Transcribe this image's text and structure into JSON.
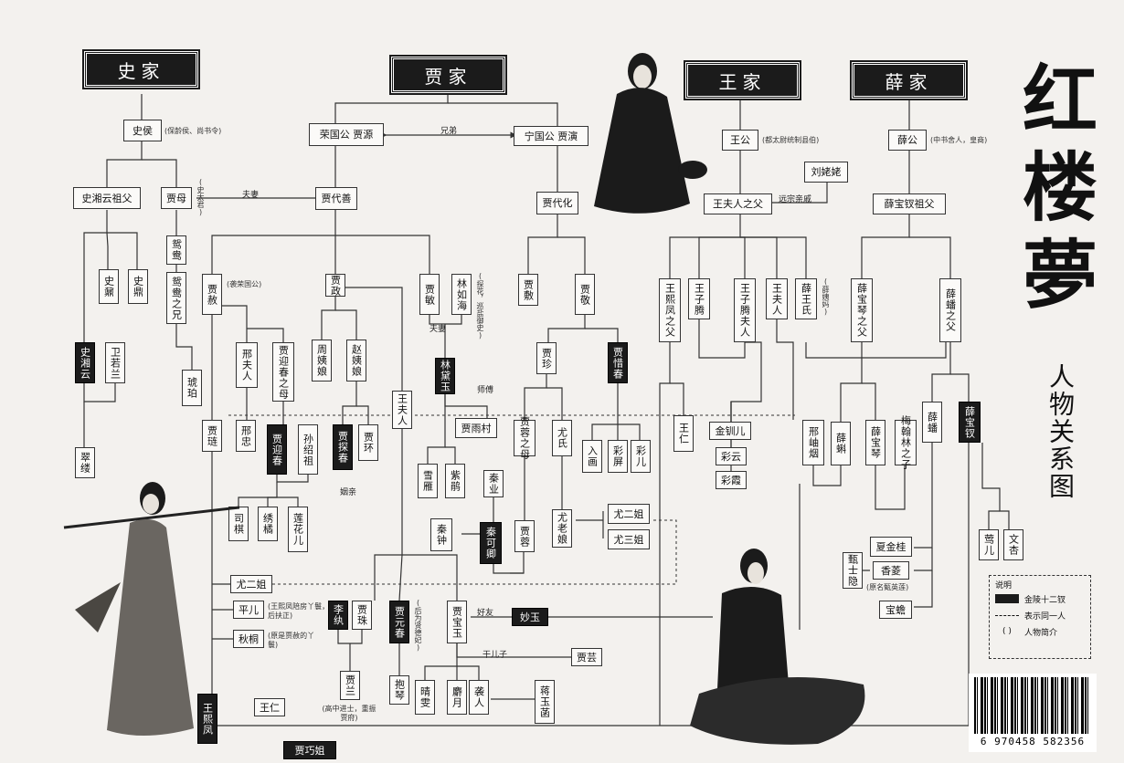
{
  "title": "红楼夢",
  "subtitle": "人物关系图",
  "families": [
    {
      "id": "shi",
      "label": "史家"
    },
    {
      "id": "jia",
      "label": "贾家"
    },
    {
      "id": "wang",
      "label": "王家"
    },
    {
      "id": "xue",
      "label": "薛家"
    }
  ],
  "nodes": [
    {
      "id": "shigong",
      "label": "史侯"
    },
    {
      "id": "shixiangyun_gf",
      "label": "史湘云祖父"
    },
    {
      "id": "jiamu",
      "label": "贾母"
    },
    {
      "id": "shiding",
      "label": "史鼎"
    },
    {
      "id": "shinai",
      "label": "史鼐"
    },
    {
      "id": "shixiangyun",
      "label": "史湘云"
    },
    {
      "id": "weiruolan",
      "label": "卫若兰"
    },
    {
      "id": "cuilv",
      "label": "翠缕"
    },
    {
      "id": "yuanyang",
      "label": "鸳鸯"
    },
    {
      "id": "yuanyang_sister",
      "label": "鸳鸯之兄"
    },
    {
      "id": "hupo",
      "label": "琥珀"
    },
    {
      "id": "ningguo",
      "label": "宁国公 贾演"
    },
    {
      "id": "rongguo",
      "label": "荣国公 贾源"
    },
    {
      "id": "jiadaishan",
      "label": "贾代善"
    },
    {
      "id": "jiadaihua",
      "label": "贾代化"
    },
    {
      "id": "jiashe",
      "label": "贾赦"
    },
    {
      "id": "jiazheng",
      "label": "贾政"
    },
    {
      "id": "jiamin",
      "label": "贾敏"
    },
    {
      "id": "linruhai",
      "label": "林如海"
    },
    {
      "id": "lindaiyu",
      "label": "林黛玉"
    },
    {
      "id": "xingfuren",
      "label": "邢夫人"
    },
    {
      "id": "jiayingchun_mom",
      "label": "贾迎春之母"
    },
    {
      "id": "jialian",
      "label": "贾琏"
    },
    {
      "id": "xingzhongyan",
      "label": "邢忠"
    },
    {
      "id": "jiayingchun",
      "label": "贾迎春"
    },
    {
      "id": "sunshaozu",
      "label": "孙绍祖"
    },
    {
      "id": "siqi",
      "label": "司棋"
    },
    {
      "id": "xiuju",
      "label": "绣橘"
    },
    {
      "id": "lianhuaer",
      "label": "莲花儿"
    },
    {
      "id": "zhaoyiniang",
      "label": "赵姨娘"
    },
    {
      "id": "zhouyiniang",
      "label": "周姨娘"
    },
    {
      "id": "jiatanchun",
      "label": "贾探春"
    },
    {
      "id": "jiahuan",
      "label": "贾环"
    },
    {
      "id": "wangfuren",
      "label": "王夫人"
    },
    {
      "id": "jiayucun",
      "label": "贾雨村"
    },
    {
      "id": "xueyan",
      "label": "雪雁"
    },
    {
      "id": "zijuan",
      "label": "紫鹃"
    },
    {
      "id": "qinye",
      "label": "秦业"
    },
    {
      "id": "qinkeqing",
      "label": "秦可卿"
    },
    {
      "id": "qinzhong",
      "label": "秦钟"
    },
    {
      "id": "jiajing",
      "label": "贾敬"
    },
    {
      "id": "jiafu",
      "label": "贾敷"
    },
    {
      "id": "jiazhen",
      "label": "贾珍"
    },
    {
      "id": "jiaxichun",
      "label": "贾惜春"
    },
    {
      "id": "jiarong_mom",
      "label": "贾蓉之母"
    },
    {
      "id": "youshi",
      "label": "尤氏"
    },
    {
      "id": "youlaoniang",
      "label": "尤老娘"
    },
    {
      "id": "jiarong",
      "label": "贾蓉"
    },
    {
      "id": "rumo",
      "label": "入画"
    },
    {
      "id": "caiping",
      "label": "彩屏"
    },
    {
      "id": "caier",
      "label": "彩儿"
    },
    {
      "id": "you2jie",
      "label": "尤二姐"
    },
    {
      "id": "you3jie",
      "label": "尤三姐"
    },
    {
      "id": "you2jie_b",
      "label": "尤二姐"
    },
    {
      "id": "pinger",
      "label": "平儿"
    },
    {
      "id": "qiutong",
      "label": "秋桐"
    },
    {
      "id": "wangxifeng",
      "label": "王熙凤"
    },
    {
      "id": "wangren",
      "label": "王仁"
    },
    {
      "id": "qiaojie",
      "label": "贾巧姐"
    },
    {
      "id": "lishi",
      "label": "李纨"
    },
    {
      "id": "jiazhu",
      "label": "贾珠"
    },
    {
      "id": "jialan",
      "label": "贾兰"
    },
    {
      "id": "jiayuanchun",
      "label": "贾元春"
    },
    {
      "id": "baoqin",
      "label": "抱琴"
    },
    {
      "id": "jiabaoyu",
      "label": "贾宝玉"
    },
    {
      "id": "miaoyu",
      "label": "妙玉"
    },
    {
      "id": "jiayun",
      "label": "贾芸"
    },
    {
      "id": "qingwen",
      "label": "晴雯"
    },
    {
      "id": "sheyue",
      "label": "麝月"
    },
    {
      "id": "xiren",
      "label": "袭人"
    },
    {
      "id": "jiangyuhan",
      "label": "蒋玉菡"
    },
    {
      "id": "wanggong",
      "label": "王公"
    },
    {
      "id": "wangfuren_zu",
      "label": "王夫人之父"
    },
    {
      "id": "liulaolao",
      "label": "刘姥姥"
    },
    {
      "id": "wangxifeng_f",
      "label": "王熙凤之父"
    },
    {
      "id": "wangziteng",
      "label": "王子腾"
    },
    {
      "id": "wangzishengfuren",
      "label": "王子腾夫人"
    },
    {
      "id": "wangfuren2",
      "label": "王夫人"
    },
    {
      "id": "xueyima",
      "label": "薛王氏"
    },
    {
      "id": "jinchuaner",
      "label": "金钏儿"
    },
    {
      "id": "caiyun",
      "label": "彩云"
    },
    {
      "id": "caixia",
      "label": "彩霞"
    },
    {
      "id": "wangren2",
      "label": "王仁"
    },
    {
      "id": "xuegong",
      "label": "薛公"
    },
    {
      "id": "xuebaoqin_gf",
      "label": "薛宝钗祖父"
    },
    {
      "id": "xuebaoqin_f",
      "label": "薛宝琴之父"
    },
    {
      "id": "xuebaochai_f",
      "label": "薛蟠之父"
    },
    {
      "id": "xingxiuyan",
      "label": "邢岫烟"
    },
    {
      "id": "xueke",
      "label": "薛蝌"
    },
    {
      "id": "xuebaoqin",
      "label": "薛宝琴"
    },
    {
      "id": "meihanlin",
      "label": "梅翰林之子"
    },
    {
      "id": "xuepan",
      "label": "薛蟠"
    },
    {
      "id": "xuebaochai",
      "label": "薛宝钗"
    },
    {
      "id": "xiajingui",
      "label": "夏金桂"
    },
    {
      "id": "xiangling",
      "label": "香菱"
    },
    {
      "id": "zhenshiyin",
      "label": "甄士隐"
    },
    {
      "id": "baochan",
      "label": "宝蟾"
    },
    {
      "id": "yinger",
      "label": "莺儿"
    },
    {
      "id": "wenxing",
      "label": "文杏"
    }
  ],
  "notes": [
    {
      "id": "n_shi",
      "text": "(保龄侯、尚书令)"
    },
    {
      "id": "n_wang",
      "text": "(都太尉统制县伯)"
    },
    {
      "id": "n_xue",
      "text": "(中书舍人，皇商)"
    },
    {
      "id": "n_jiashe",
      "text": "(袭荣国公)"
    },
    {
      "id": "n_linruhai",
      "text": "(探花，巡盐御史)"
    },
    {
      "id": "n_pinger",
      "text": "(王熙凤陪房丫鬟，后扶正)"
    },
    {
      "id": "n_qiutong",
      "text": "(原是贾赦的丫鬟)"
    },
    {
      "id": "n_jialan",
      "text": "(高中进士，重振贾府)"
    },
    {
      "id": "n_yuanchun",
      "text": "(后为贤德妃)"
    },
    {
      "id": "n_xiangling",
      "text": "(原名甄英莲)"
    },
    {
      "id": "n_jiamu",
      "text": "(史太君)"
    },
    {
      "id": "n_xueyima",
      "text": "(薛姨妈)"
    }
  ],
  "relations": [
    {
      "id": "r_brothers",
      "text": "兄弟"
    },
    {
      "id": "r_fuqi1",
      "text": "夫妻"
    },
    {
      "id": "r_tongzong",
      "text": "远宗亲戚"
    },
    {
      "id": "r_shitu",
      "text": "师傅"
    },
    {
      "id": "r_youren",
      "text": "好友"
    },
    {
      "id": "r_ganerzi",
      "text": "干儿子"
    },
    {
      "id": "r_ganqin",
      "text": "姻亲"
    }
  ],
  "legend": {
    "title": "说明",
    "items": [
      {
        "id": "lg1",
        "text": "金陵十二钗"
      },
      {
        "id": "lg2",
        "text": "表示同一人"
      },
      {
        "id": "lg3",
        "text": "人物简介",
        "marker": "(  )"
      }
    ]
  },
  "barcode": {
    "number": "6 970458 582356"
  },
  "colors": {
    "dark_box": "#1b1b1b",
    "line": "#333333",
    "paper": "#f3f1ee"
  }
}
